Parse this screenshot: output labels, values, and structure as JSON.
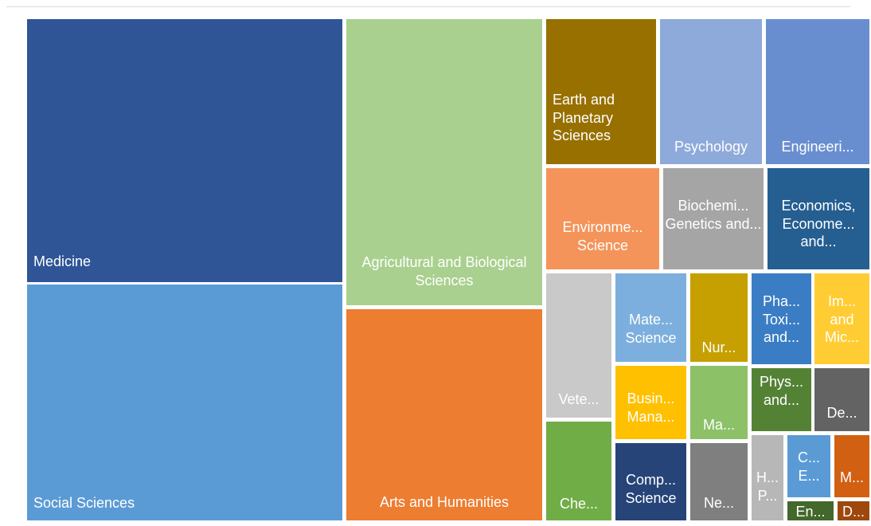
{
  "chart_data": {
    "type": "treemap",
    "title": "",
    "tiles": [
      {
        "name": "Medicine",
        "label": "Medicine",
        "color": "#2f5597"
      },
      {
        "name": "Social Sciences",
        "label": "Social Sciences",
        "color": "#5b9bd5"
      },
      {
        "name": "Agricultural and Biological Sciences",
        "label": "Agricultural and Biological Sciences",
        "color": "#a9d08e"
      },
      {
        "name": "Arts and Humanities",
        "label": "Arts and Humanities",
        "color": "#ed7d31"
      },
      {
        "name": "Earth and Planetary Sciences",
        "label": "Earth and Planetary Sciences",
        "color": "#977000"
      },
      {
        "name": "Psychology",
        "label": "Psychology",
        "color": "#8eaadb"
      },
      {
        "name": "Engineering",
        "label": "Engineeri...",
        "color": "#698ed0"
      },
      {
        "name": "Environmental Science",
        "label": "Environme... Science",
        "color": "#f4945a"
      },
      {
        "name": "Biochemistry, Genetics and Molecular Biology",
        "label": "Biochemi... Genetics and...",
        "color": "#a5a5a5"
      },
      {
        "name": "Economics, Econometrics and Finance",
        "label": "Economics, Econome... and...",
        "color": "#255e91"
      },
      {
        "name": "Veterinary",
        "label": "Vete...",
        "color": "#c9c9c9"
      },
      {
        "name": "Materials Science",
        "label": "Mate... Science",
        "color": "#7cafdd"
      },
      {
        "name": "Nursing",
        "label": "Nur...",
        "color": "#c5a000"
      },
      {
        "name": "Pharmacology, Toxicology and Pharmaceutics",
        "label": "Pha... Toxi... and...",
        "color": "#3b7dc4"
      },
      {
        "name": "Immunology and Microbiology",
        "label": "Im... and Mic...",
        "color": "#ffcd33"
      },
      {
        "name": "Business, Management and Accounting",
        "label": "Busin... Mana...",
        "color": "#ffc000"
      },
      {
        "name": "Mathematics",
        "label": "Ma...",
        "color": "#8cc168"
      },
      {
        "name": "Physics and Astronomy",
        "label": "Phys... and...",
        "color": "#548235"
      },
      {
        "name": "Decision Sciences",
        "label": "De...",
        "color": "#636363"
      },
      {
        "name": "Chemistry",
        "label": "Che...",
        "color": "#70ad47"
      },
      {
        "name": "Computer Science",
        "label": "Comp... Science",
        "color": "#264478"
      },
      {
        "name": "Neuroscience",
        "label": "Ne...",
        "color": "#7f7f7f"
      },
      {
        "name": "Health Professions",
        "label": "H... P...",
        "color": "#b7b7b7"
      },
      {
        "name": "Chemical Engineering",
        "label": "C... E...",
        "color": "#5b9bd5"
      },
      {
        "name": "Multidisciplinary",
        "label": "M...",
        "color": "#d26012"
      },
      {
        "name": "Energy",
        "label": "En...",
        "color": "#43682b"
      },
      {
        "name": "Dentistry",
        "label": "D...",
        "color": "#9e480e"
      }
    ]
  }
}
